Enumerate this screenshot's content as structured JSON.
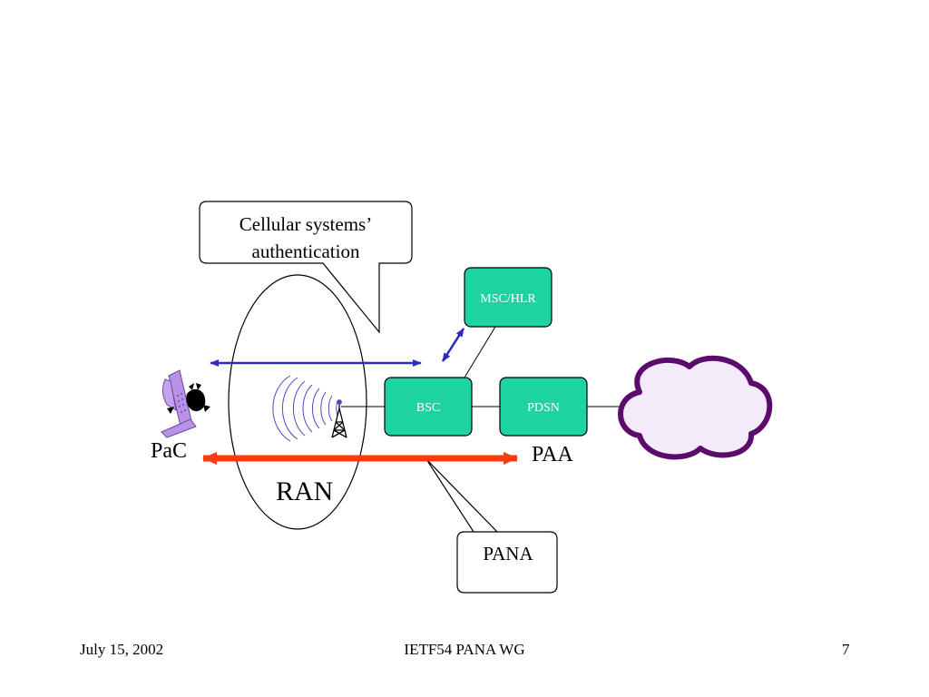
{
  "diagram": {
    "callouts": {
      "cellular": {
        "lines": [
          "Cellular systems’",
          "authentication"
        ]
      },
      "pana": {
        "label": "PANA"
      }
    },
    "nodes": {
      "msc_hlr": "MSC/HLR",
      "bsc": "BSC",
      "pdsn": "PDSN"
    },
    "labels": {
      "pac": "PaC",
      "paa": "PAA",
      "ran": "RAN"
    },
    "icons": {
      "phone": "mobile-phone-icon",
      "antenna": "antenna-tower-icon",
      "signal": "radio-waves-icon",
      "cloud": "network-cloud-icon"
    },
    "colors": {
      "node_fill": "#1dd4a0",
      "cellular_arrow": "#2b2bbf",
      "pana_arrow": "#ff3a10",
      "cloud_fill": "#f3eafa",
      "cloud_stroke": "#5b0b6b",
      "phone": "#b892e8"
    }
  },
  "footer": {
    "date": "July 15, 2002",
    "title": "IETF54 PANA WG",
    "page": "7"
  }
}
